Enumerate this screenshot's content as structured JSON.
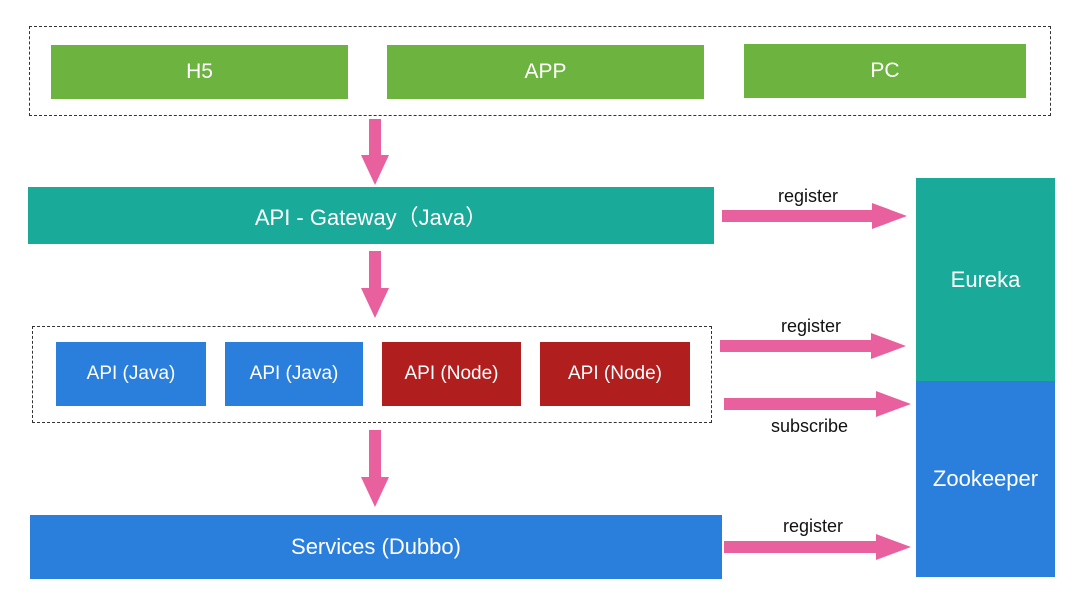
{
  "clients": {
    "h5": "H5",
    "app": "APP",
    "pc": "PC"
  },
  "gateway": {
    "label": "API - Gateway（Java）"
  },
  "apis": [
    {
      "label": "API (Java)",
      "color": "#2a7fdd"
    },
    {
      "label": "API (Java)",
      "color": "#2a7fdd"
    },
    {
      "label": "API (Node)",
      "color": "#b01e1e"
    },
    {
      "label": "API (Node)",
      "color": "#b01e1e"
    }
  ],
  "services": {
    "label": "Services (Dubbo)"
  },
  "registry": {
    "eureka": "Eureka",
    "zookeeper": "Zookeeper"
  },
  "edges": {
    "gateway_register": "register",
    "api_register": "register",
    "api_subscribe": "subscribe",
    "services_register": "register"
  },
  "colors": {
    "client_green": "#6db33f",
    "teal": "#1aaa99",
    "blue": "#2a7fdd",
    "red": "#b01e1e",
    "arrow_pink": "#e8609e"
  }
}
